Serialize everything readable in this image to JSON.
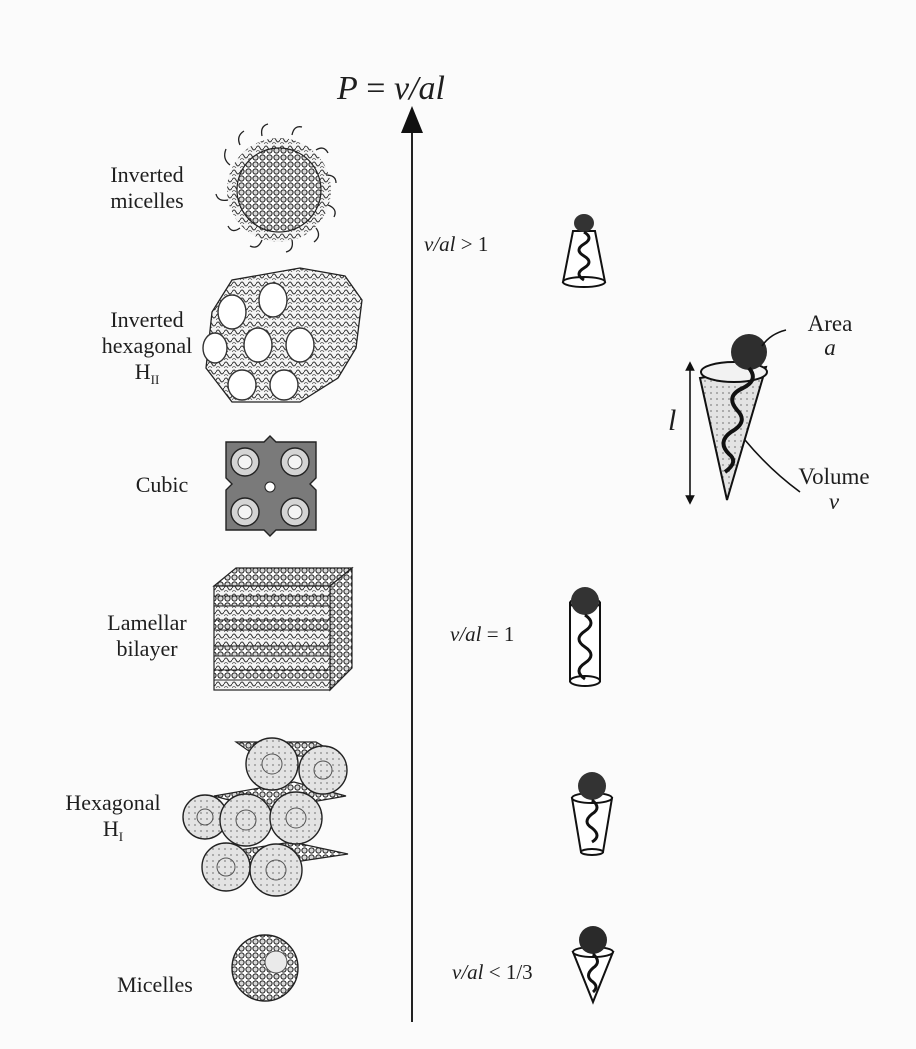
{
  "title": {
    "P": "P",
    "equals": "= ",
    "expr": "v/al"
  },
  "phases": [
    {
      "id": "inverted-micelles",
      "line1": "Inverted",
      "line2": "micelles"
    },
    {
      "id": "inverted-hexagonal",
      "line1": "Inverted",
      "line2": "hexagonal",
      "line3_main": "H",
      "line3_sub": "II"
    },
    {
      "id": "cubic",
      "line1": "Cubic"
    },
    {
      "id": "lamellar",
      "line1": "Lamellar",
      "line2": "bilayer"
    },
    {
      "id": "hexagonal",
      "line1": "Hexagonal",
      "line2_main": "H",
      "line2_sub": "I"
    },
    {
      "id": "micelles",
      "line1": "Micelles"
    }
  ],
  "conditions": {
    "gt": {
      "expr": "v/al",
      "rel": " > 1"
    },
    "eq": {
      "expr": "v/al",
      "rel": " = 1"
    },
    "lt": {
      "expr": "v/al",
      "rel": " < 1/3"
    }
  },
  "cone_labels": {
    "area_word": "Area",
    "area_symbol": "a",
    "length_symbol": "l",
    "volume_word": "Volume",
    "volume_symbol": "v"
  }
}
